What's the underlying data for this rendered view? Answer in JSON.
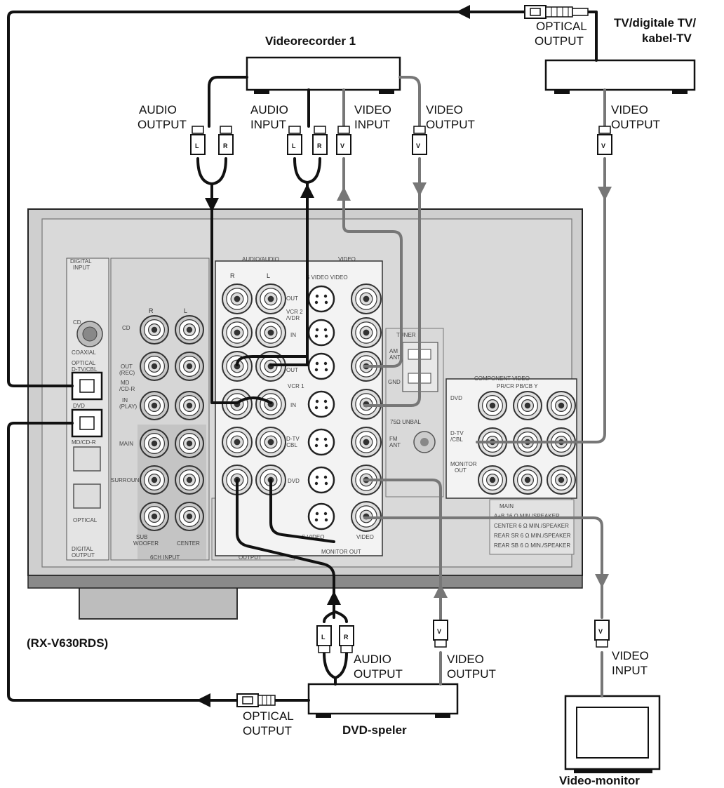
{
  "devices": {
    "vcr": {
      "name": "Videorecorder 1"
    },
    "tv": {
      "name_line1": "TV/digitale TV/",
      "name_line2": "kabel-TV"
    },
    "receiver": {
      "model": "(RX-V630RDS)"
    },
    "dvd": {
      "name": "DVD-speler"
    },
    "monitor": {
      "name": "Video-monitor"
    }
  },
  "connection_labels": {
    "vcr_audio_output": [
      "AUDIO",
      "OUTPUT"
    ],
    "vcr_audio_input": [
      "AUDIO",
      "INPUT"
    ],
    "vcr_video_input": [
      "VIDEO",
      "INPUT"
    ],
    "vcr_video_output": [
      "VIDEO",
      "OUTPUT"
    ],
    "tv_optical_output": [
      "OPTICAL",
      "OUTPUT"
    ],
    "tv_video_output": [
      "VIDEO",
      "OUTPUT"
    ],
    "dvd_audio_output": [
      "AUDIO",
      "OUTPUT"
    ],
    "dvd_video_output": [
      "VIDEO",
      "OUTPUT"
    ],
    "dvd_optical_output": [
      "OPTICAL",
      "OUTPUT"
    ],
    "monitor_video_input": [
      "VIDEO",
      "INPUT"
    ]
  },
  "plug_letters": {
    "left": "L",
    "right": "R",
    "video": "V"
  },
  "panel": {
    "digital_input": [
      "DIGITAL",
      "INPUT"
    ],
    "digital_output": [
      "DIGITAL",
      "OUTPUT"
    ],
    "cd": "CD",
    "coaxial": "COAXIAL",
    "optical_dtv": [
      "OPTICAL",
      "D-TV/CBL"
    ],
    "dvd": "DVD",
    "md_cdr": "MD/CD-R",
    "optical": "OPTICAL",
    "ch_r": "R",
    "ch_l": "L",
    "md_out": [
      "OUT",
      "(REC)"
    ],
    "md_label": [
      "MD",
      "/CD-R"
    ],
    "md_in": [
      "IN",
      "(PLAY)"
    ],
    "main": "MAIN",
    "surround": "SURROUND",
    "sub_woofer": [
      "SUB",
      "WOOFER"
    ],
    "center": "CENTER",
    "ch6_input": "6CH INPUT",
    "output": "OUTPUT",
    "audio_header": "AUDIO/AUDIO",
    "video_header": "VIDEO",
    "s_video_video": "S VIDEO VIDEO",
    "out": "OUT",
    "vcr2": [
      "VCR 2",
      "/VDR"
    ],
    "in": "IN",
    "vcr1": "VCR 1",
    "dtv": [
      "D-TV",
      "/CBL"
    ],
    "dvd_row": "DVD",
    "s_video": "S VIDEO",
    "video": "VIDEO",
    "monitor_out": "MONITOR OUT",
    "tuner": "TUNER",
    "am_ant": [
      "AM",
      "ANT"
    ],
    "gnd": "GND",
    "unbal": "75Ω UNBAL",
    "fm_ant": [
      "FM",
      "ANT"
    ],
    "component_video": "COMPONENT VIDEO",
    "pr_pb_y": "PR/CR  PB/CB  Y",
    "comp_dvd": "DVD",
    "comp_dtv": [
      "D-TV",
      "/CBL"
    ],
    "comp_monitor": [
      "MONITOR",
      "OUT"
    ],
    "speaker_note": [
      "MAIN",
      "A+B   16 Ω MIN./SPEAKER",
      "CENTER   6 Ω MIN./SPEAKER",
      "REAR SR   6 Ω MIN./SPEAKER",
      "REAR SB   6 Ω MIN./SPEAKER"
    ]
  }
}
